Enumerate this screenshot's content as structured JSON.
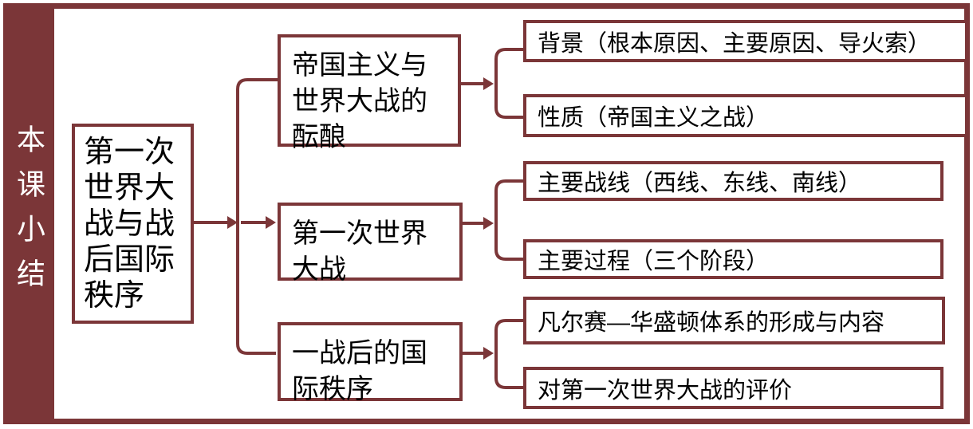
{
  "diagram": {
    "colors": {
      "accent": "#7B3638",
      "text": "#000000",
      "background": "#FFFFFF"
    },
    "sidebar": {
      "title": "本课小结"
    },
    "root": {
      "label": "第一次\n世界大\n战与战\n后国际\n秩序"
    },
    "branches": [
      {
        "label": "帝国主义与\n世界大战的\n酝酿",
        "children": [
          {
            "label": "背景（根本原因、主要原因、导火索）"
          },
          {
            "label": "性质（帝国主义之战）"
          }
        ]
      },
      {
        "label": "第一次世界\n大战",
        "children": [
          {
            "label": "主要战线（西线、东线、南线）"
          },
          {
            "label": "主要过程（三个阶段）"
          }
        ]
      },
      {
        "label": "一战后的国\n际秩序",
        "children": [
          {
            "label": "凡尔赛—华盛顿体系的形成与内容"
          },
          {
            "label": "对第一次世界大战的评价"
          }
        ]
      }
    ]
  }
}
